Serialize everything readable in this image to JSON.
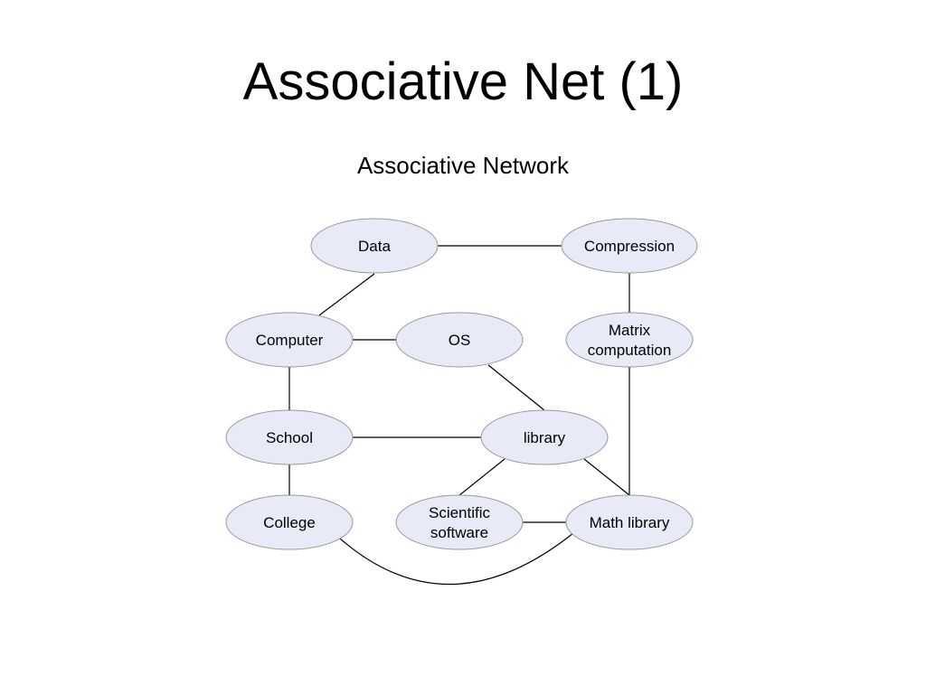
{
  "slide": {
    "title": "Associative Net (1)",
    "subtitle": "Associative Network"
  },
  "diagram": {
    "node_fill": "#e8ebf7",
    "node_stroke": "#9a9a9a",
    "nodes": [
      {
        "id": "data",
        "lines": [
          "Data"
        ]
      },
      {
        "id": "compression",
        "lines": [
          "Compression"
        ]
      },
      {
        "id": "computer",
        "lines": [
          "Computer"
        ]
      },
      {
        "id": "os",
        "lines": [
          "OS"
        ]
      },
      {
        "id": "matrix",
        "lines": [
          "Matrix",
          "computation"
        ]
      },
      {
        "id": "school",
        "lines": [
          "School"
        ]
      },
      {
        "id": "library",
        "lines": [
          "library"
        ]
      },
      {
        "id": "college",
        "lines": [
          "College"
        ]
      },
      {
        "id": "scientific",
        "lines": [
          "Scientific",
          "software"
        ]
      },
      {
        "id": "mathlib",
        "lines": [
          "Math library"
        ]
      }
    ],
    "edges": [
      [
        "data",
        "compression"
      ],
      [
        "data",
        "computer"
      ],
      [
        "compression",
        "matrix"
      ],
      [
        "computer",
        "os"
      ],
      [
        "computer",
        "school"
      ],
      [
        "os",
        "library"
      ],
      [
        "matrix",
        "mathlib"
      ],
      [
        "school",
        "library"
      ],
      [
        "school",
        "college"
      ],
      [
        "library",
        "scientific"
      ],
      [
        "library",
        "mathlib"
      ],
      [
        "scientific",
        "mathlib"
      ],
      [
        "college",
        "mathlib"
      ]
    ]
  }
}
